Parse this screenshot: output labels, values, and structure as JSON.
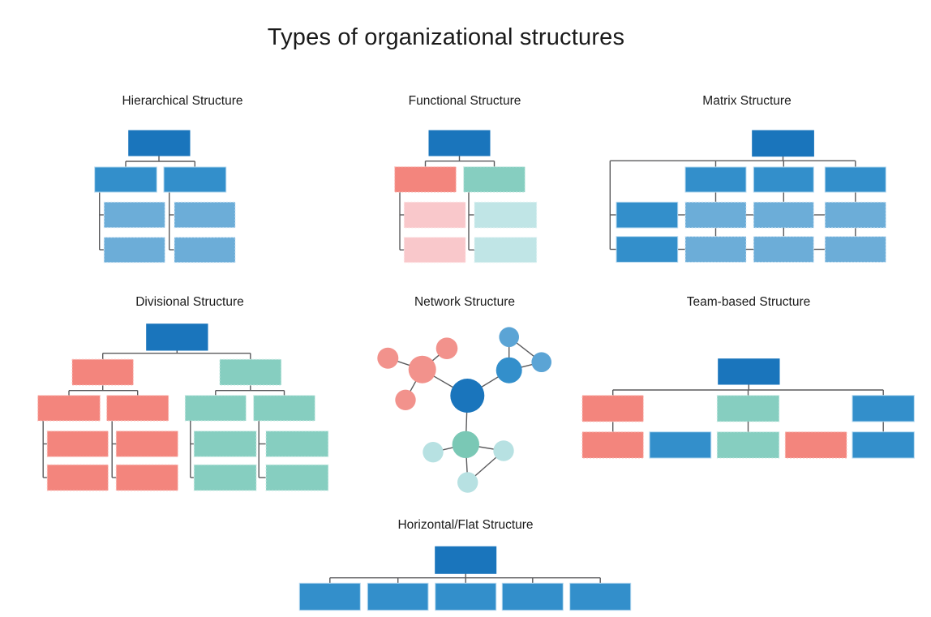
{
  "page_title": "Types of organizational structures",
  "colors": {
    "title_text": "#1a1a1a",
    "connector_line": "#5a5a5c",
    "palette": {
      "dark": {
        "fill": "#1a75bc",
        "stroke": "#1a75bc",
        "dash": false
      },
      "medium": {
        "fill": "#338fcb",
        "stroke": "#b5d8ef",
        "dash": false
      },
      "lightblue": {
        "fill": "#6cadd8",
        "stroke": "#d2e6f5",
        "dash": true
      },
      "salmon": {
        "fill": "#f3857d",
        "stroke": "#f9c0bb",
        "dash": true
      },
      "pink": {
        "fill": "#f9c8cb",
        "stroke": "#fde4e5",
        "dash": true
      },
      "teal": {
        "fill": "#86cec0",
        "stroke": "#c9eae3",
        "dash": true
      },
      "lightteal": {
        "fill": "#c0e5e6",
        "stroke": "#e2f3f3",
        "dash": true
      },
      "nsalmon": {
        "fill": "#f2928c",
        "stroke": "none",
        "dash": false
      },
      "nlightblue": {
        "fill": "#5ba4d5",
        "stroke": "none",
        "dash": false
      },
      "nteal": {
        "fill": "#7ac8b5",
        "stroke": "none",
        "dash": false
      },
      "nlightteal": {
        "fill": "#b7e1e2",
        "stroke": "none",
        "dash": false
      }
    }
  },
  "diagrams": [
    {
      "id": "hierarchical",
      "title": "Hierarchical Structure",
      "rects": [
        [
          158.7,
          161,
          75.3,
          31,
          "dark"
        ],
        [
          116.7,
          206,
          76.6,
          31,
          "medium"
        ],
        [
          202,
          206,
          76.7,
          31,
          "medium"
        ],
        [
          128.3,
          249.3,
          75,
          31.4,
          "lightblue"
        ],
        [
          215,
          249.3,
          75,
          31.4,
          "lightblue"
        ],
        [
          128.3,
          292.7,
          75,
          31,
          "lightblue"
        ],
        [
          215,
          292.7,
          75,
          31,
          "lightblue"
        ]
      ],
      "lines": [
        [
          196,
          192,
          196,
          199
        ],
        [
          155,
          199,
          240.3,
          199
        ],
        [
          155,
          199,
          155,
          206
        ],
        [
          240.3,
          199,
          240.3,
          206
        ],
        [
          122.7,
          237,
          122.7,
          308
        ],
        [
          122.7,
          265,
          128.3,
          265
        ],
        [
          122.7,
          308,
          128.3,
          308
        ],
        [
          208.7,
          237,
          208.7,
          308
        ],
        [
          208.7,
          265,
          215,
          265
        ],
        [
          208.7,
          308,
          215,
          308
        ]
      ],
      "circles": []
    },
    {
      "id": "functional",
      "title": "Functional Structure",
      "rects": [
        [
          529,
          161,
          75,
          31,
          "dark"
        ],
        [
          486.7,
          205.7,
          75.6,
          31.3,
          "salmon"
        ],
        [
          571.7,
          205.7,
          75.6,
          31.3,
          "teal"
        ],
        [
          498.3,
          249.3,
          75.7,
          31.7,
          "pink"
        ],
        [
          585,
          249.3,
          76.7,
          31.7,
          "lightteal"
        ],
        [
          498.3,
          292.7,
          75.7,
          31,
          "pink"
        ],
        [
          585,
          292.7,
          76.7,
          31,
          "lightteal"
        ]
      ],
      "lines": [
        [
          566.5,
          192,
          566.5,
          198.7
        ],
        [
          524.5,
          198.7,
          609.5,
          198.7
        ],
        [
          524.5,
          198.7,
          524.5,
          205.7
        ],
        [
          609.5,
          198.7,
          609.5,
          205.7
        ],
        [
          493,
          237,
          493,
          308.2
        ],
        [
          493,
          265,
          498.3,
          265
        ],
        [
          493,
          308.2,
          498.3,
          308.2
        ],
        [
          578,
          237,
          578,
          308.2
        ],
        [
          578,
          265,
          585,
          265
        ],
        [
          578,
          308.2,
          585,
          308.2
        ]
      ],
      "circles": []
    },
    {
      "id": "matrix",
      "title": "Matrix Structure",
      "rects": [
        [
          927.7,
          161,
          75.7,
          31.7,
          "dark"
        ],
        [
          845,
          206,
          75,
          31,
          "medium"
        ],
        [
          929.3,
          206,
          74,
          31,
          "medium"
        ],
        [
          1017.3,
          206,
          75,
          31,
          "medium"
        ],
        [
          760,
          249.3,
          75.7,
          31.7,
          "medium"
        ],
        [
          760,
          291.7,
          75.7,
          31.7,
          "medium"
        ],
        [
          845,
          249.3,
          75,
          31.7,
          "lightblue"
        ],
        [
          929.3,
          249.3,
          74,
          31.7,
          "lightblue"
        ],
        [
          1017.3,
          249.3,
          75,
          31.7,
          "lightblue"
        ],
        [
          845,
          291.7,
          75,
          31.7,
          "lightblue"
        ],
        [
          929.3,
          291.7,
          74,
          31.7,
          "lightblue"
        ],
        [
          1017.3,
          291.7,
          75,
          31.7,
          "lightblue"
        ]
      ],
      "lines": [
        [
          965.5,
          192.7,
          965.5,
          198.3
        ],
        [
          752.3,
          198.3,
          1054.8,
          198.3
        ],
        [
          882.5,
          198.3,
          882.5,
          206
        ],
        [
          966.3,
          198.3,
          966.3,
          206
        ],
        [
          1054.8,
          198.3,
          1054.8,
          206
        ],
        [
          752.3,
          198.3,
          752.3,
          307.5
        ],
        [
          752.3,
          265,
          760,
          265
        ],
        [
          752.3,
          307.5,
          760,
          307.5
        ],
        [
          882.5,
          237,
          882.5,
          249.3
        ],
        [
          966.3,
          237,
          966.3,
          249.3
        ],
        [
          1054.8,
          237,
          1054.8,
          249.3
        ],
        [
          882.5,
          281,
          882.5,
          291.7
        ],
        [
          966.3,
          281,
          966.3,
          291.7
        ],
        [
          1054.8,
          281,
          1054.8,
          291.7
        ],
        [
          835.7,
          265,
          845,
          265
        ],
        [
          920,
          265,
          929.3,
          265
        ],
        [
          1003.3,
          265,
          1017.3,
          265
        ],
        [
          835.7,
          307.5,
          845,
          307.5
        ],
        [
          920,
          307.5,
          929.3,
          307.5
        ],
        [
          1003.3,
          307.5,
          1017.3,
          307.5
        ]
      ],
      "circles": []
    },
    {
      "id": "divisional",
      "title": "Divisional Structure",
      "rects": [
        [
          180.7,
          399.7,
          75.3,
          32.3,
          "dark"
        ],
        [
          89,
          443.3,
          75.3,
          31.7,
          "salmon"
        ],
        [
          271,
          443.3,
          75.7,
          31.7,
          "teal"
        ],
        [
          46.7,
          487.7,
          76.6,
          31.3,
          "salmon"
        ],
        [
          131.7,
          487.7,
          76,
          31.3,
          "salmon"
        ],
        [
          228.3,
          487.7,
          75,
          31.3,
          "teal"
        ],
        [
          312.7,
          487.7,
          75.6,
          31.3,
          "teal"
        ],
        [
          58.3,
          531.7,
          75,
          31.6,
          "salmon"
        ],
        [
          58.3,
          573.3,
          75,
          31.7,
          "salmon"
        ],
        [
          143.3,
          531.7,
          76,
          31.6,
          "salmon"
        ],
        [
          143.3,
          573.3,
          76,
          31.7,
          "salmon"
        ],
        [
          239.3,
          531.7,
          76.7,
          31.6,
          "teal"
        ],
        [
          239.3,
          573.3,
          76.7,
          31.7,
          "teal"
        ],
        [
          328,
          531.7,
          76.7,
          31.6,
          "teal"
        ],
        [
          328,
          573.3,
          76.7,
          31.7,
          "teal"
        ]
      ],
      "lines": [
        [
          218.3,
          432,
          218.3,
          435.7
        ],
        [
          126.7,
          435.7,
          308.8,
          435.7
        ],
        [
          126.7,
          435.7,
          126.7,
          443.3
        ],
        [
          308.8,
          435.7,
          308.8,
          443.3
        ],
        [
          126.7,
          475,
          126.7,
          481.7
        ],
        [
          85,
          481.7,
          169.7,
          481.7
        ],
        [
          85,
          481.7,
          85,
          487.7
        ],
        [
          169.7,
          481.7,
          169.7,
          487.7
        ],
        [
          308.8,
          475,
          308.8,
          481.7
        ],
        [
          265.8,
          481.7,
          350.5,
          481.7
        ],
        [
          265.8,
          481.7,
          265.8,
          487.7
        ],
        [
          350.5,
          481.7,
          350.5,
          487.7
        ],
        [
          53.2,
          519,
          53.2,
          589
        ],
        [
          53.2,
          547.5,
          58.3,
          547.5
        ],
        [
          53.2,
          589,
          58.3,
          589
        ],
        [
          138.2,
          519,
          138.2,
          589
        ],
        [
          138.2,
          547.5,
          143.3,
          547.5
        ],
        [
          138.2,
          589,
          143.3,
          589
        ],
        [
          234.8,
          519,
          234.8,
          589
        ],
        [
          234.8,
          547.5,
          239.3,
          547.5
        ],
        [
          234.8,
          589,
          239.3,
          589
        ],
        [
          319.2,
          519,
          319.2,
          589
        ],
        [
          319.2,
          547.5,
          328,
          547.5
        ],
        [
          319.2,
          589,
          328,
          589
        ]
      ],
      "circles": []
    },
    {
      "id": "network",
      "title": "Network Structure",
      "rects": [],
      "lines": [
        [
          576.3,
          488,
          520.7,
          455.7
        ],
        [
          576.3,
          488,
          627.7,
          456.7
        ],
        [
          576.3,
          488,
          574.3,
          548.3
        ],
        [
          520.7,
          455.7,
          478.3,
          441.7
        ],
        [
          520.7,
          455.7,
          551,
          429.7
        ],
        [
          520.7,
          455.7,
          500,
          493.3
        ],
        [
          627.7,
          456.7,
          627.7,
          415.7
        ],
        [
          627.7,
          415.7,
          667.7,
          446.7
        ],
        [
          627.7,
          456.7,
          667.7,
          446.7
        ],
        [
          574.3,
          548.3,
          534,
          557.7
        ],
        [
          574.3,
          548.3,
          621,
          556
        ],
        [
          574.3,
          548.3,
          576.7,
          595
        ],
        [
          576.7,
          595,
          621,
          556
        ]
      ],
      "circles": [
        [
          520.7,
          455.7,
          17,
          "nsalmon"
        ],
        [
          478.3,
          441.7,
          13,
          "nsalmon"
        ],
        [
          551,
          429.7,
          13.3,
          "nsalmon"
        ],
        [
          500,
          493.3,
          12.7,
          "nsalmon"
        ],
        [
          627.7,
          456.7,
          16,
          "medium"
        ],
        [
          627.7,
          415.7,
          12.3,
          "nlightblue"
        ],
        [
          667.7,
          446.7,
          12.3,
          "nlightblue"
        ],
        [
          574.3,
          548.3,
          16.7,
          "nteal"
        ],
        [
          534,
          557.7,
          12.7,
          "nlightteal"
        ],
        [
          621,
          556,
          12.7,
          "nlightteal"
        ],
        [
          576.7,
          595,
          12.7,
          "nlightteal"
        ],
        [
          576.3,
          488,
          21,
          "dark"
        ]
      ]
    },
    {
      "id": "team-based",
      "title": "Team-based Structure",
      "rects": [
        [
          885.7,
          442.7,
          75.3,
          31.3,
          "dark"
        ],
        [
          718,
          487.7,
          75.3,
          32.3,
          "salmon"
        ],
        [
          884.3,
          487.7,
          76.4,
          32.3,
          "teal"
        ],
        [
          1051,
          487.7,
          76.3,
          32.3,
          "medium"
        ],
        [
          718,
          532.7,
          75.3,
          32.3,
          "salmon"
        ],
        [
          801,
          532.7,
          75.7,
          32.3,
          "medium"
        ],
        [
          884.3,
          532.7,
          76.4,
          32.3,
          "teal"
        ],
        [
          968.3,
          532.7,
          75.7,
          32.3,
          "salmon"
        ],
        [
          1051,
          532.7,
          76.3,
          32.3,
          "medium"
        ]
      ],
      "lines": [
        [
          923.3,
          474,
          923.3,
          481
        ],
        [
          755.7,
          481,
          1089.2,
          481
        ],
        [
          755.7,
          481,
          755.7,
          487.7
        ],
        [
          922.5,
          481,
          922.5,
          487.7
        ],
        [
          1089.2,
          481,
          1089.2,
          487.7
        ],
        [
          755.7,
          520,
          755.7,
          532.7
        ],
        [
          922.5,
          520,
          922.5,
          532.7
        ],
        [
          1089.2,
          520,
          1089.2,
          532.7
        ]
      ],
      "circles": []
    },
    {
      "id": "horizontal-flat",
      "title": "Horizontal/Flat Structure",
      "rects": [
        [
          536.7,
          674.3,
          75,
          33,
          "dark"
        ],
        [
          369.3,
          719.3,
          75,
          33.4,
          "medium"
        ],
        [
          453.3,
          719.3,
          74.7,
          33.4,
          "medium"
        ],
        [
          536.7,
          719.3,
          75,
          33.4,
          "medium"
        ],
        [
          619.3,
          719.3,
          75,
          33.4,
          "medium"
        ],
        [
          702.7,
          719.3,
          75,
          33.4,
          "medium"
        ]
      ],
      "lines": [
        [
          574.2,
          707.3,
          574.2,
          712.7
        ],
        [
          406.8,
          712.7,
          740.2,
          712.7
        ],
        [
          406.8,
          712.7,
          406.8,
          719.3
        ],
        [
          490.7,
          712.7,
          490.7,
          719.3
        ],
        [
          574.2,
          712.7,
          574.2,
          719.3
        ],
        [
          656.8,
          712.7,
          656.8,
          719.3
        ],
        [
          740.2,
          712.7,
          740.2,
          719.3
        ]
      ],
      "circles": []
    }
  ]
}
